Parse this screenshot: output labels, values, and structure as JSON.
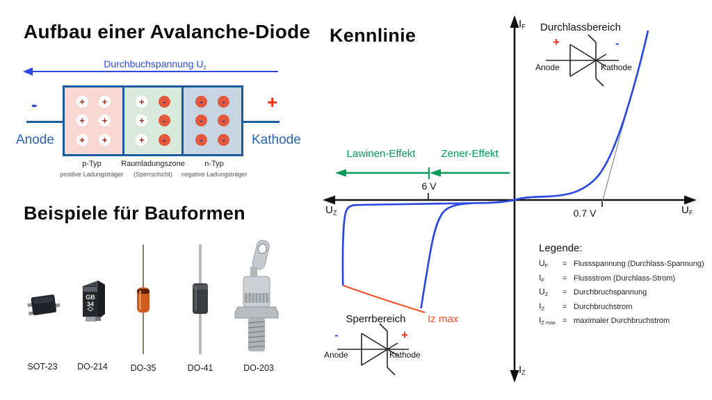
{
  "colors": {
    "blue": "#2b49e0",
    "steel": "#1a5a9e",
    "textblue": "#2a64b4",
    "green": "#009b57",
    "red": "#ee2f12",
    "orange": "#ff4a22"
  },
  "structure": {
    "title": "Aufbau einer Avalanche-Diode",
    "arrow_label": "Durchbuchspannung U",
    "arrow_label_sub": "z",
    "minus": "-",
    "plus": "+",
    "anode": "Anode",
    "kathode": "Kathode",
    "charge_plus": "+",
    "charge_minus": "-",
    "regions": [
      {
        "name": "p-Typ",
        "desc": "positive Ladungsträger"
      },
      {
        "name": "Raumladungszone",
        "desc": "(Sperrschicht)"
      },
      {
        "name": "n-Typ",
        "desc": "negative Ladungsträger"
      }
    ]
  },
  "packages": {
    "title": "Beispiele für Bauformen",
    "items": [
      {
        "label": "SOT-23"
      },
      {
        "label": "DO-214"
      },
      {
        "label": "DO-35"
      },
      {
        "label": "DO-41"
      },
      {
        "label": "DO-203"
      }
    ],
    "do214_marking_1": "GB",
    "do214_marking_2": "34"
  },
  "chart": {
    "title": "Kennlinie",
    "axes": {
      "if_main": "I",
      "if_sub": "F",
      "iz_main": "I",
      "iz_sub": "Z",
      "uz_main": "U",
      "uz_sub": "Z",
      "uf_main": "U",
      "uf_sub": "F"
    },
    "forward_region": {
      "label": "Durchlassbereich",
      "plus": "+",
      "minus": "-",
      "anode": "Anode",
      "kathode": "Kathode"
    },
    "reverse_region": {
      "label": "Sperrbereich",
      "plus": "+",
      "minus": "-",
      "anode": "Anode",
      "kathode": "Kathode"
    },
    "effects": {
      "lawinen": "Lawinen-Effekt",
      "zener": "Zener-Effekt"
    },
    "ticks": {
      "breakdown": "6 V",
      "forward": "0.7 V"
    },
    "izmax_label": "Iz max",
    "legend": {
      "title": "Legende:",
      "rows": [
        {
          "sym": "U",
          "sub": "F",
          "eq": "=",
          "desc": "Flussspannung (Durchlass-Spannung)"
        },
        {
          "sym": "I",
          "sub": "F",
          "eq": "=",
          "desc": "Flussstrom (Durchlass-Strom)"
        },
        {
          "sym": "U",
          "sub": "Z",
          "eq": "=",
          "desc": "Durchbruchspannung"
        },
        {
          "sym": "I",
          "sub": "Z",
          "eq": "=",
          "desc": "Durchbruchstrom"
        },
        {
          "sym": "I",
          "sub": "Z max",
          "eq": "=",
          "desc": "maximaler Durchbruchstrom"
        }
      ]
    }
  },
  "chart_data": {
    "type": "line",
    "title": "Kennlinie",
    "description": "I-V characteristic of an avalanche diode",
    "axes": {
      "x_right": "U_F",
      "x_left": "U_Z",
      "y_up": "I_F",
      "y_down": "I_Z"
    },
    "key_points": {
      "forward_threshold_volts": 0.7,
      "zener_breakdown_volts": 6,
      "zener_effect_range": "0 V to -6 V",
      "avalanche_effect_range": "beyond -6 V",
      "max_reverse_current_boundary": "Iz max"
    },
    "series": [
      {
        "name": "forward characteristic",
        "color": "#2b49e0"
      },
      {
        "name": "zener breakdown branch",
        "color": "#2b49e0"
      },
      {
        "name": "avalanche breakdown branch",
        "color": "#2b49e0"
      },
      {
        "name": "Iz max limit curve",
        "color": "#ff4a22"
      },
      {
        "name": "tangent at 0.7 V",
        "color": "#888888"
      }
    ]
  }
}
